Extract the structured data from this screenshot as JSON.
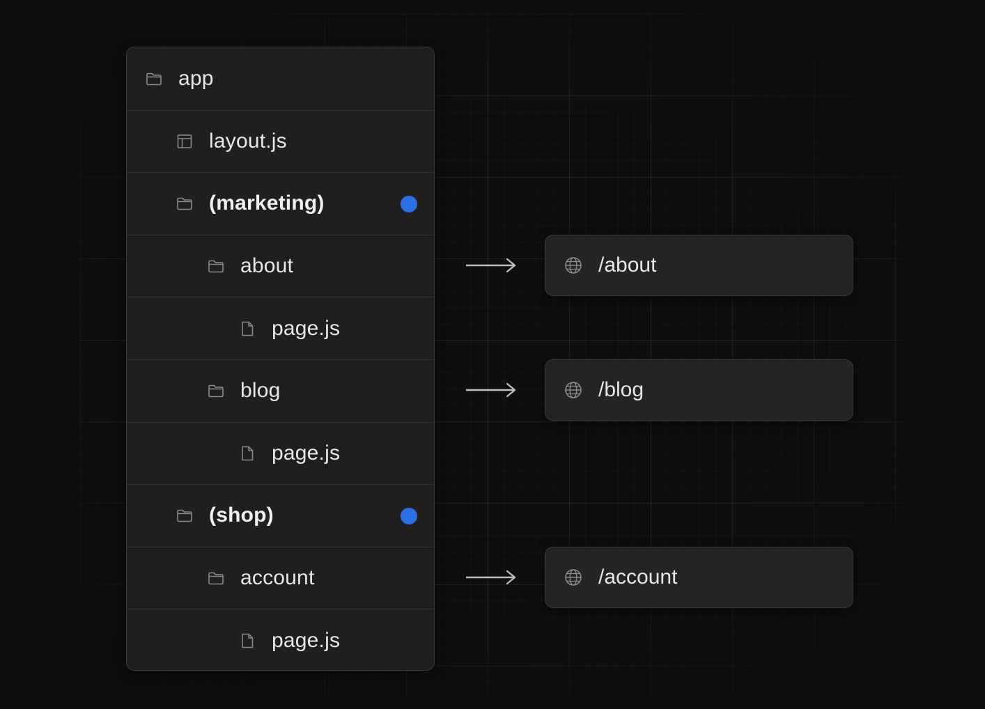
{
  "tree": {
    "items": [
      {
        "label": "app",
        "icon": "folder-icon",
        "kind": "folder",
        "depth": 0,
        "group": false
      },
      {
        "label": "layout.js",
        "icon": "layout-icon",
        "kind": "file",
        "depth": 1,
        "group": false
      },
      {
        "label": "(marketing)",
        "icon": "folder-icon",
        "kind": "folder",
        "depth": 1,
        "group": true
      },
      {
        "label": "about",
        "icon": "folder-icon",
        "kind": "folder",
        "depth": 2,
        "group": false
      },
      {
        "label": "page.js",
        "icon": "file-icon",
        "kind": "file",
        "depth": 3,
        "group": false
      },
      {
        "label": "blog",
        "icon": "folder-icon",
        "kind": "folder",
        "depth": 2,
        "group": false
      },
      {
        "label": "page.js",
        "icon": "file-icon",
        "kind": "file",
        "depth": 3,
        "group": false
      },
      {
        "label": "(shop)",
        "icon": "folder-icon",
        "kind": "folder",
        "depth": 1,
        "group": true
      },
      {
        "label": "account",
        "icon": "folder-icon",
        "kind": "folder",
        "depth": 2,
        "group": false
      },
      {
        "label": "page.js",
        "icon": "file-icon",
        "kind": "file",
        "depth": 3,
        "group": false
      }
    ]
  },
  "routes": [
    {
      "label": "/about",
      "icon": "globe-icon",
      "source_row": 3
    },
    {
      "label": "/blog",
      "icon": "globe-icon",
      "source_row": 5
    },
    {
      "label": "/account",
      "icon": "globe-icon",
      "source_row": 8
    }
  ],
  "colors": {
    "background": "#0e0e0e",
    "panel": "#1f1f1f",
    "route_group_dot": "#2f6fe4",
    "text": "#e6e6e6",
    "icon": "#8a8a8a",
    "arrow": "#bdbdbd"
  }
}
